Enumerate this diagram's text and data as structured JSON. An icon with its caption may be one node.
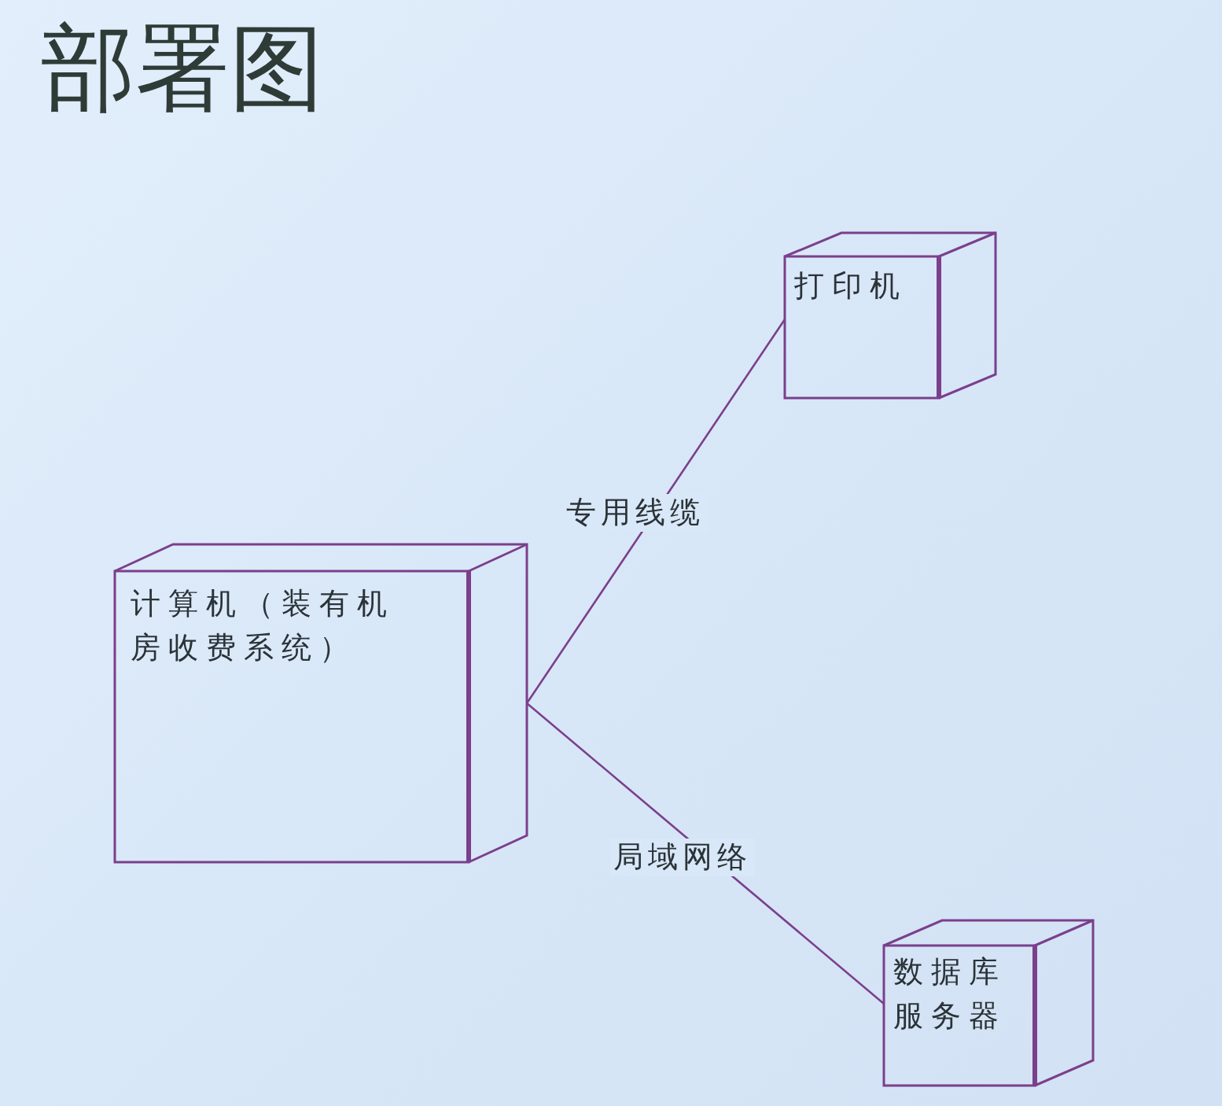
{
  "diagram": {
    "title": "部署图",
    "nodes": [
      {
        "text": [
          "打印机"
        ]
      },
      {
        "text": [
          "计算机（装有机房收费系统）"
        ]
      },
      {
        "text": [
          "数据库服务器"
        ]
      }
    ],
    "edges": [
      {
        "from": 1,
        "to": 0,
        "arrow": "none",
        "label": "专用线缆"
      },
      {
        "from": 1,
        "to": 2,
        "arrow": "none",
        "label": "局域网络"
      }
    ]
  }
}
